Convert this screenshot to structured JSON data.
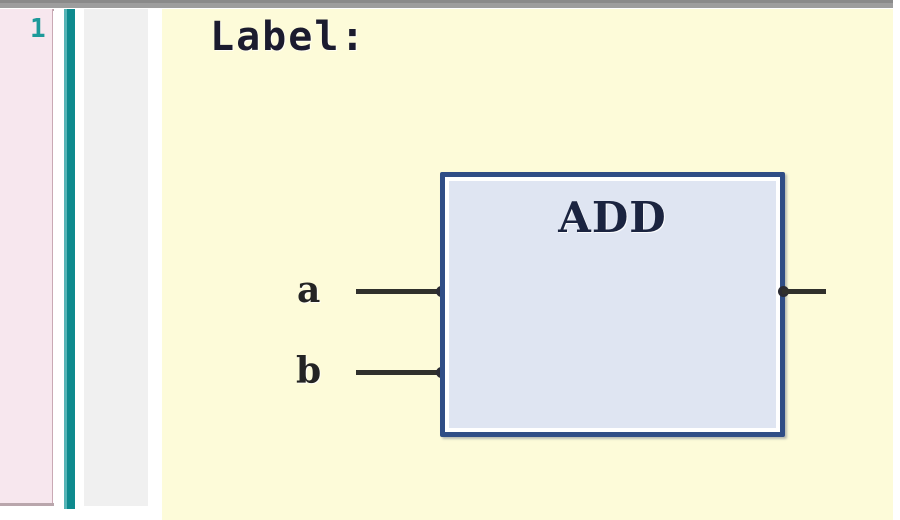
{
  "editor": {
    "type": "fbd-function-block-diagram",
    "background_color": "#fdfbd9",
    "gutter_color": "#f7e7ee",
    "active_marker_color": "#0e8a8e"
  },
  "gutter": {
    "line_number": "1"
  },
  "network": {
    "label_text": "Label:"
  },
  "function_block": {
    "title": "ADD",
    "border_color": "#2f4d86",
    "fill_color": "#dfe5f2",
    "inputs": [
      {
        "label": "a"
      },
      {
        "label": "b"
      }
    ],
    "outputs": [
      {
        "label": ""
      }
    ]
  }
}
